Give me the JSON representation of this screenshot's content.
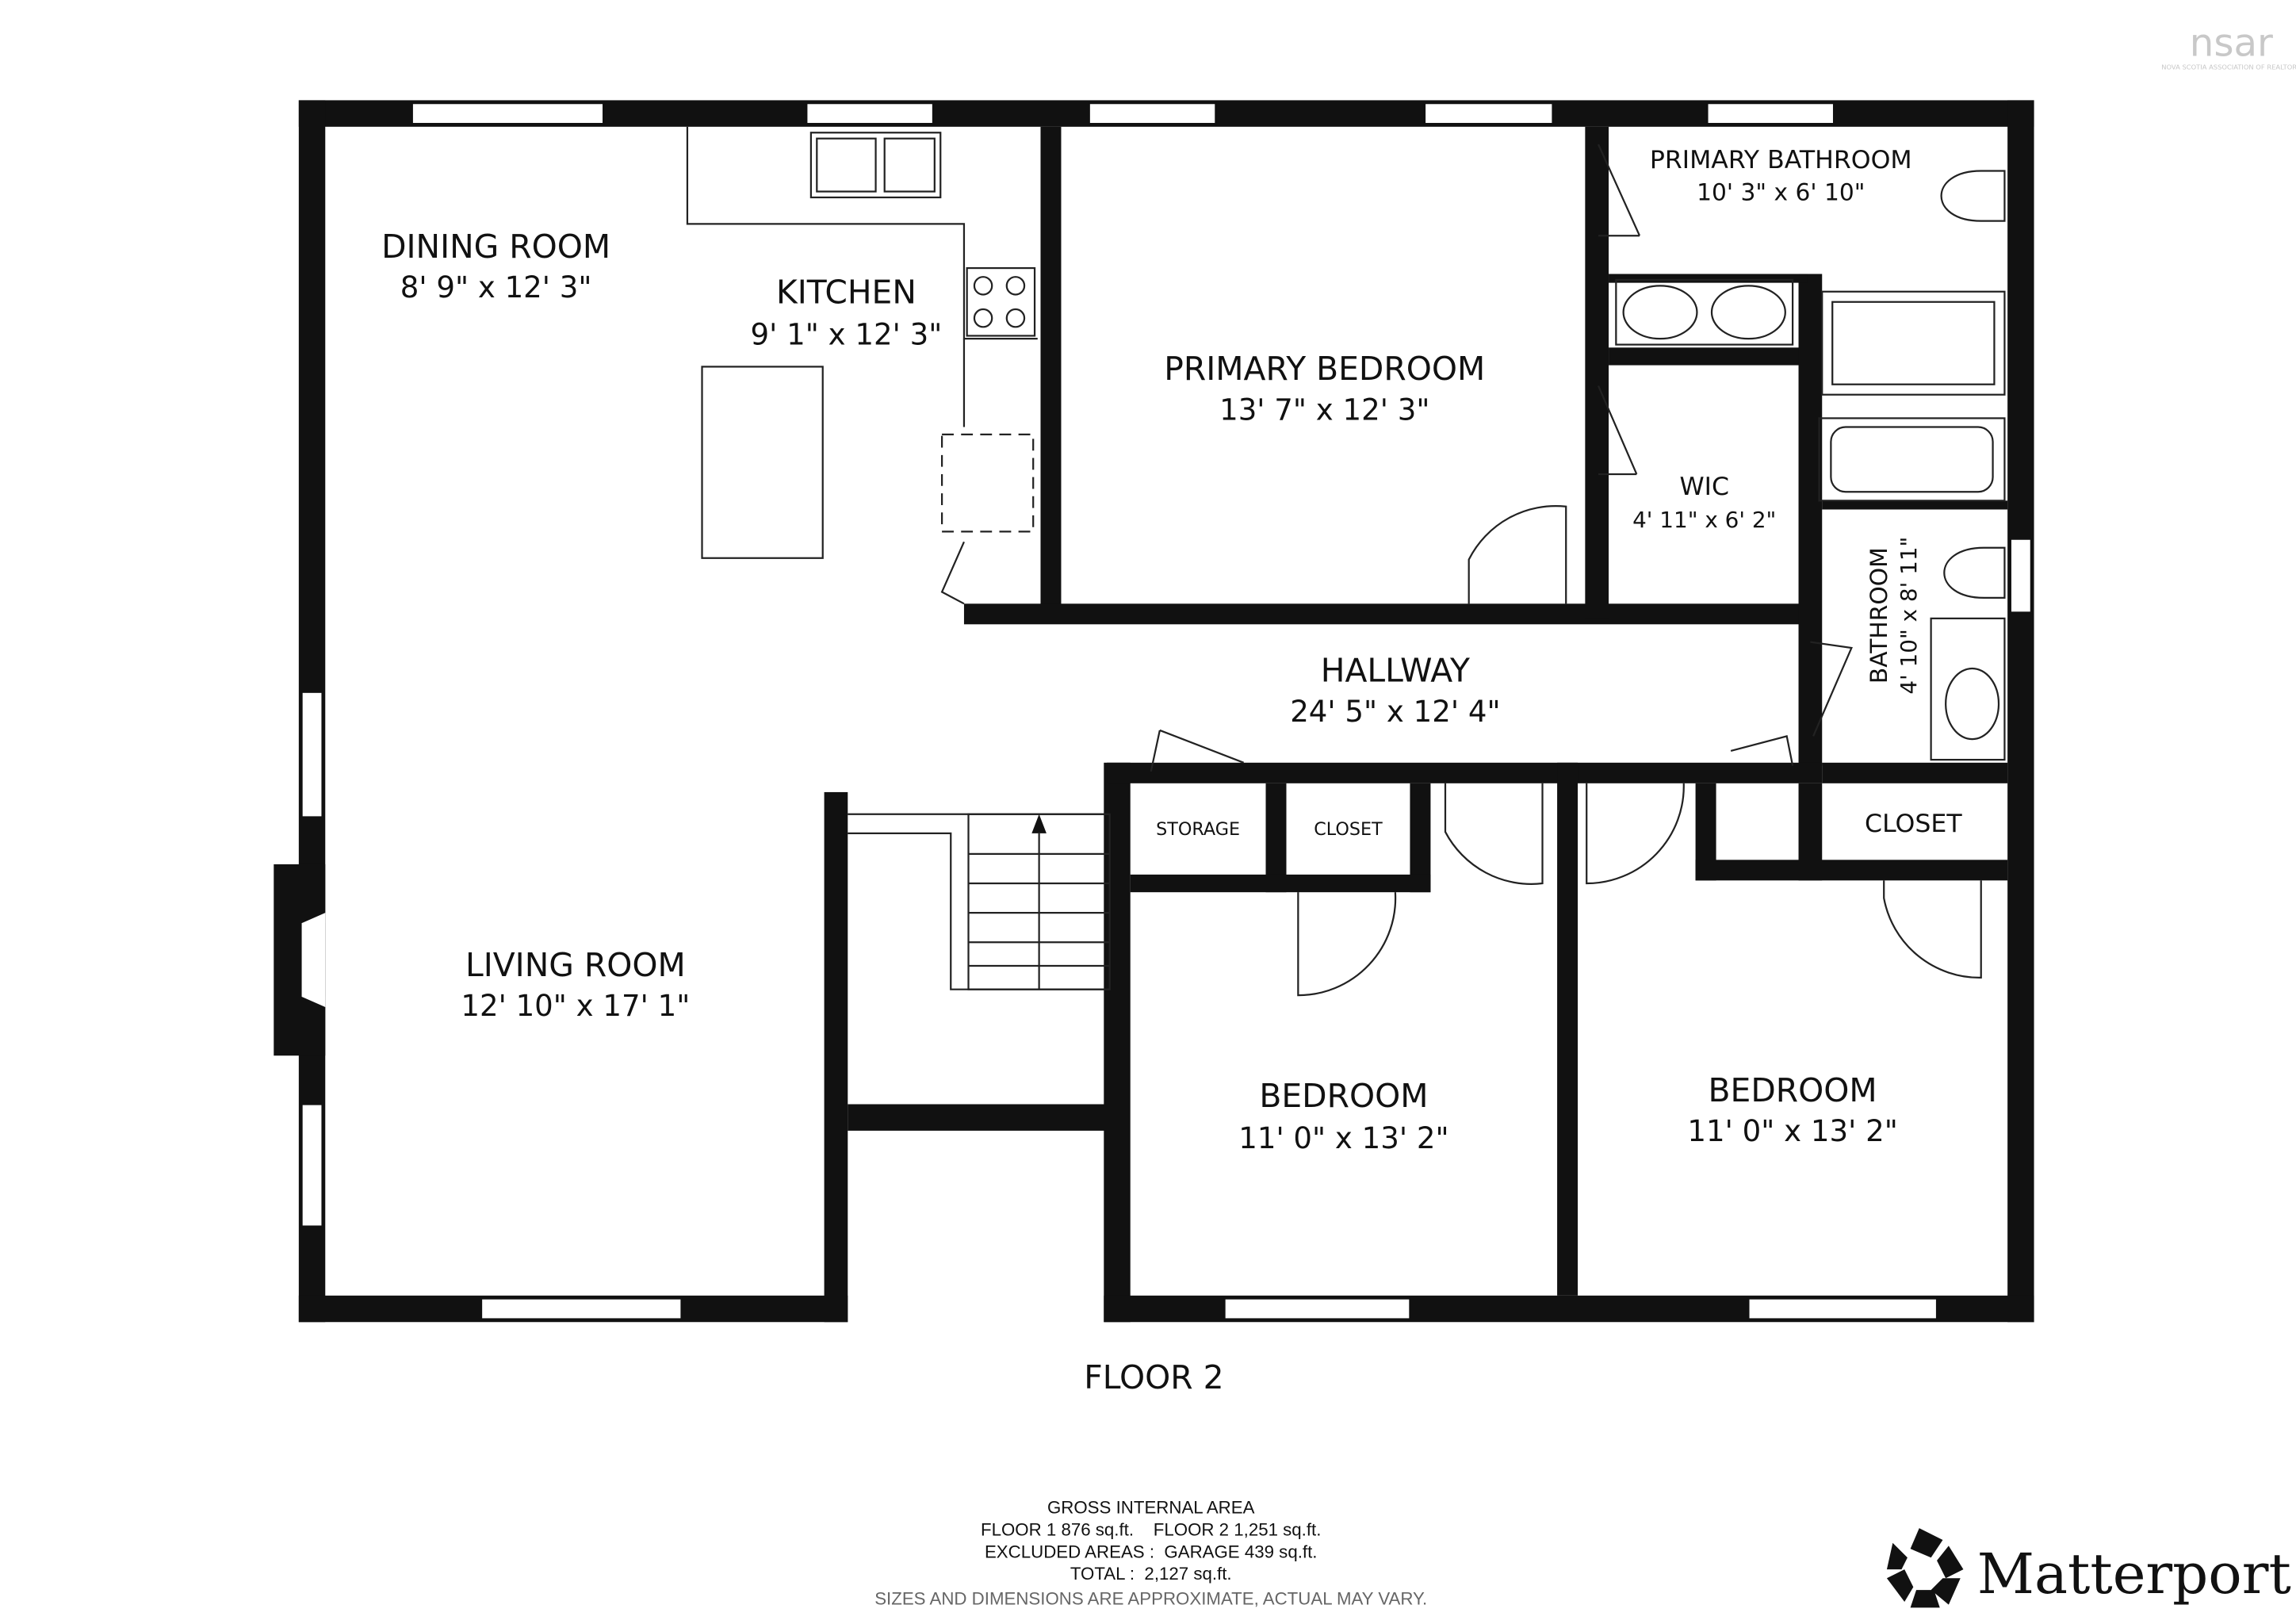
{
  "floor_title": "FLOOR 2",
  "rooms": [
    {
      "name": "DINING ROOM",
      "size": "8' 9\" x 12' 3\""
    },
    {
      "name": "KITCHEN",
      "size": "9' 1\" x 12' 3\""
    },
    {
      "name": "PRIMARY BEDROOM",
      "size": "13' 7\" x 12' 3\""
    },
    {
      "name": "PRIMARY BATHROOM",
      "size": "10' 3\" x 6' 10\""
    },
    {
      "name": "WIC",
      "size": "4' 11\" x 6' 2\""
    },
    {
      "name": "HALLWAY",
      "size": "24' 5\" x 12' 4\""
    },
    {
      "name": "BATHROOM",
      "size": "4' 10\" x 8' 11\""
    },
    {
      "name": "LIVING ROOM",
      "size": "12' 10\" x 17' 1\""
    },
    {
      "name": "BEDROOM",
      "size": "11' 0\" x 13' 2\""
    },
    {
      "name": "BEDROOM",
      "size": "11' 0\" x 13' 2\""
    },
    {
      "name": "STORAGE"
    },
    {
      "name": "CLOSET"
    },
    {
      "name": "CLOSET"
    }
  ],
  "area_summary": {
    "heading": "GROSS INTERNAL AREA",
    "floors": "FLOOR 1 876 sq.ft.    FLOOR 2 1,251 sq.ft.",
    "excluded": "EXCLUDED AREAS :  GARAGE 439 sq.ft.",
    "total": "TOTAL :  2,127 sq.ft.",
    "disclaimer": "SIZES AND DIMENSIONS ARE APPROXIMATE, ACTUAL MAY VARY."
  },
  "brand": {
    "name": "Matterport",
    "icon": "matterport-logo-icon"
  },
  "watermark": {
    "text": "nsar",
    "subtitle": "NOVA SCOTIA ASSOCIATION OF REALTORS",
    "color": "#c8c8c8"
  }
}
